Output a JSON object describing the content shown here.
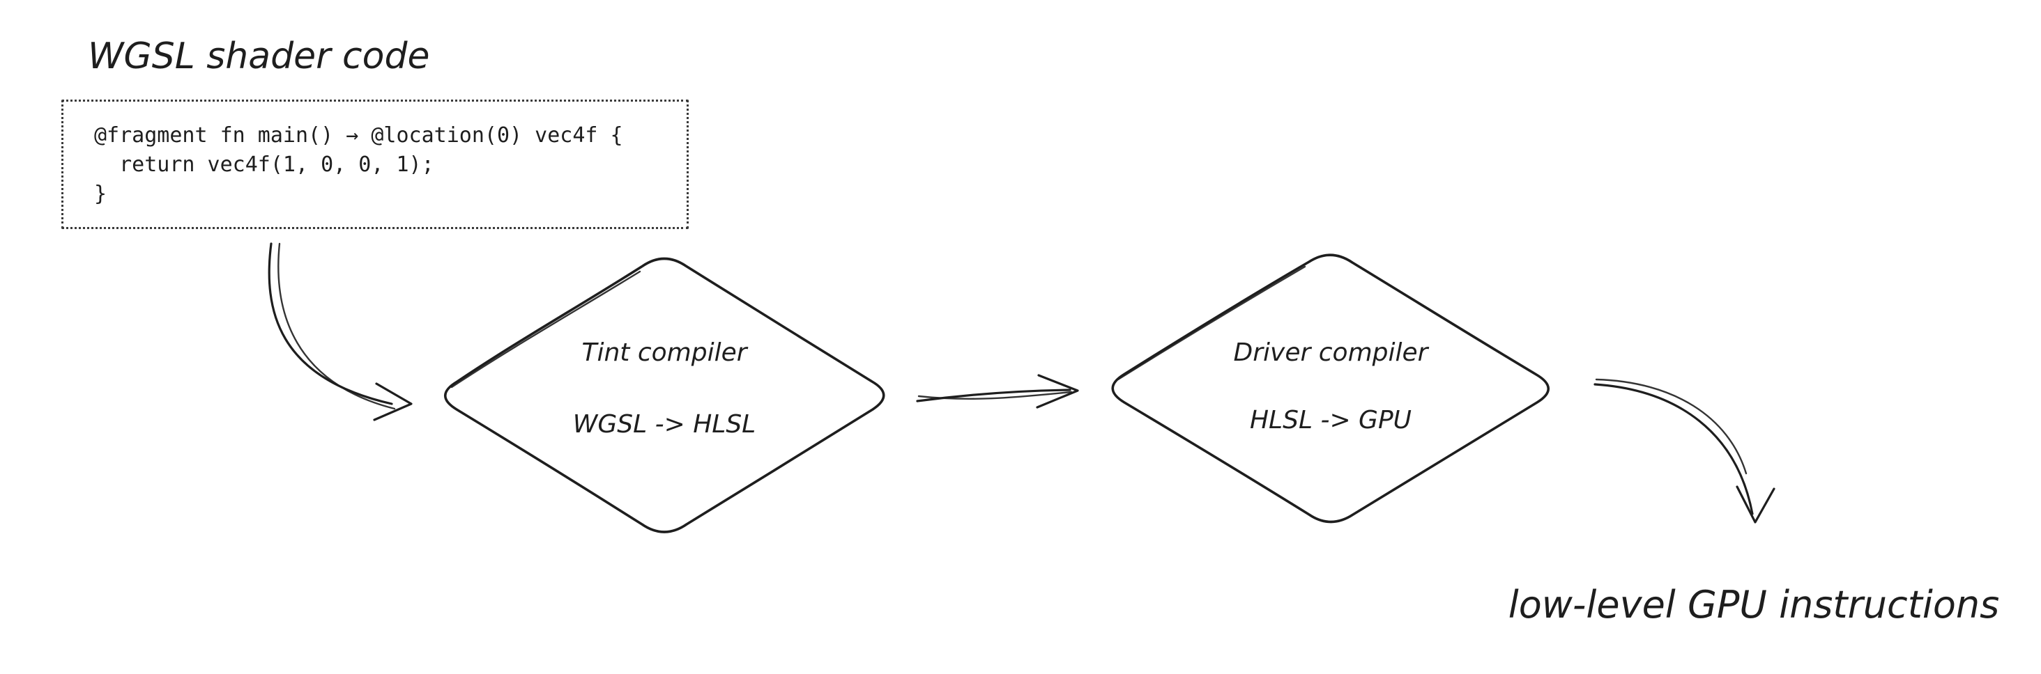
{
  "diagram": {
    "title": "WGSL shader code",
    "code_block": {
      "lines": [
        "@fragment fn main() → @location(0) vec4f {",
        "  return vec4f(1, 0, 0, 1);",
        "}"
      ]
    },
    "nodes": [
      {
        "title": "Tint compiler",
        "subtitle": "WGSL -> HLSL"
      },
      {
        "title": "Driver compiler",
        "subtitle": "HLSL -> GPU"
      }
    ],
    "output_label": "low-level GPU instructions",
    "colors": {
      "stroke": "#1e1e1e",
      "background": "#ffffff"
    }
  }
}
